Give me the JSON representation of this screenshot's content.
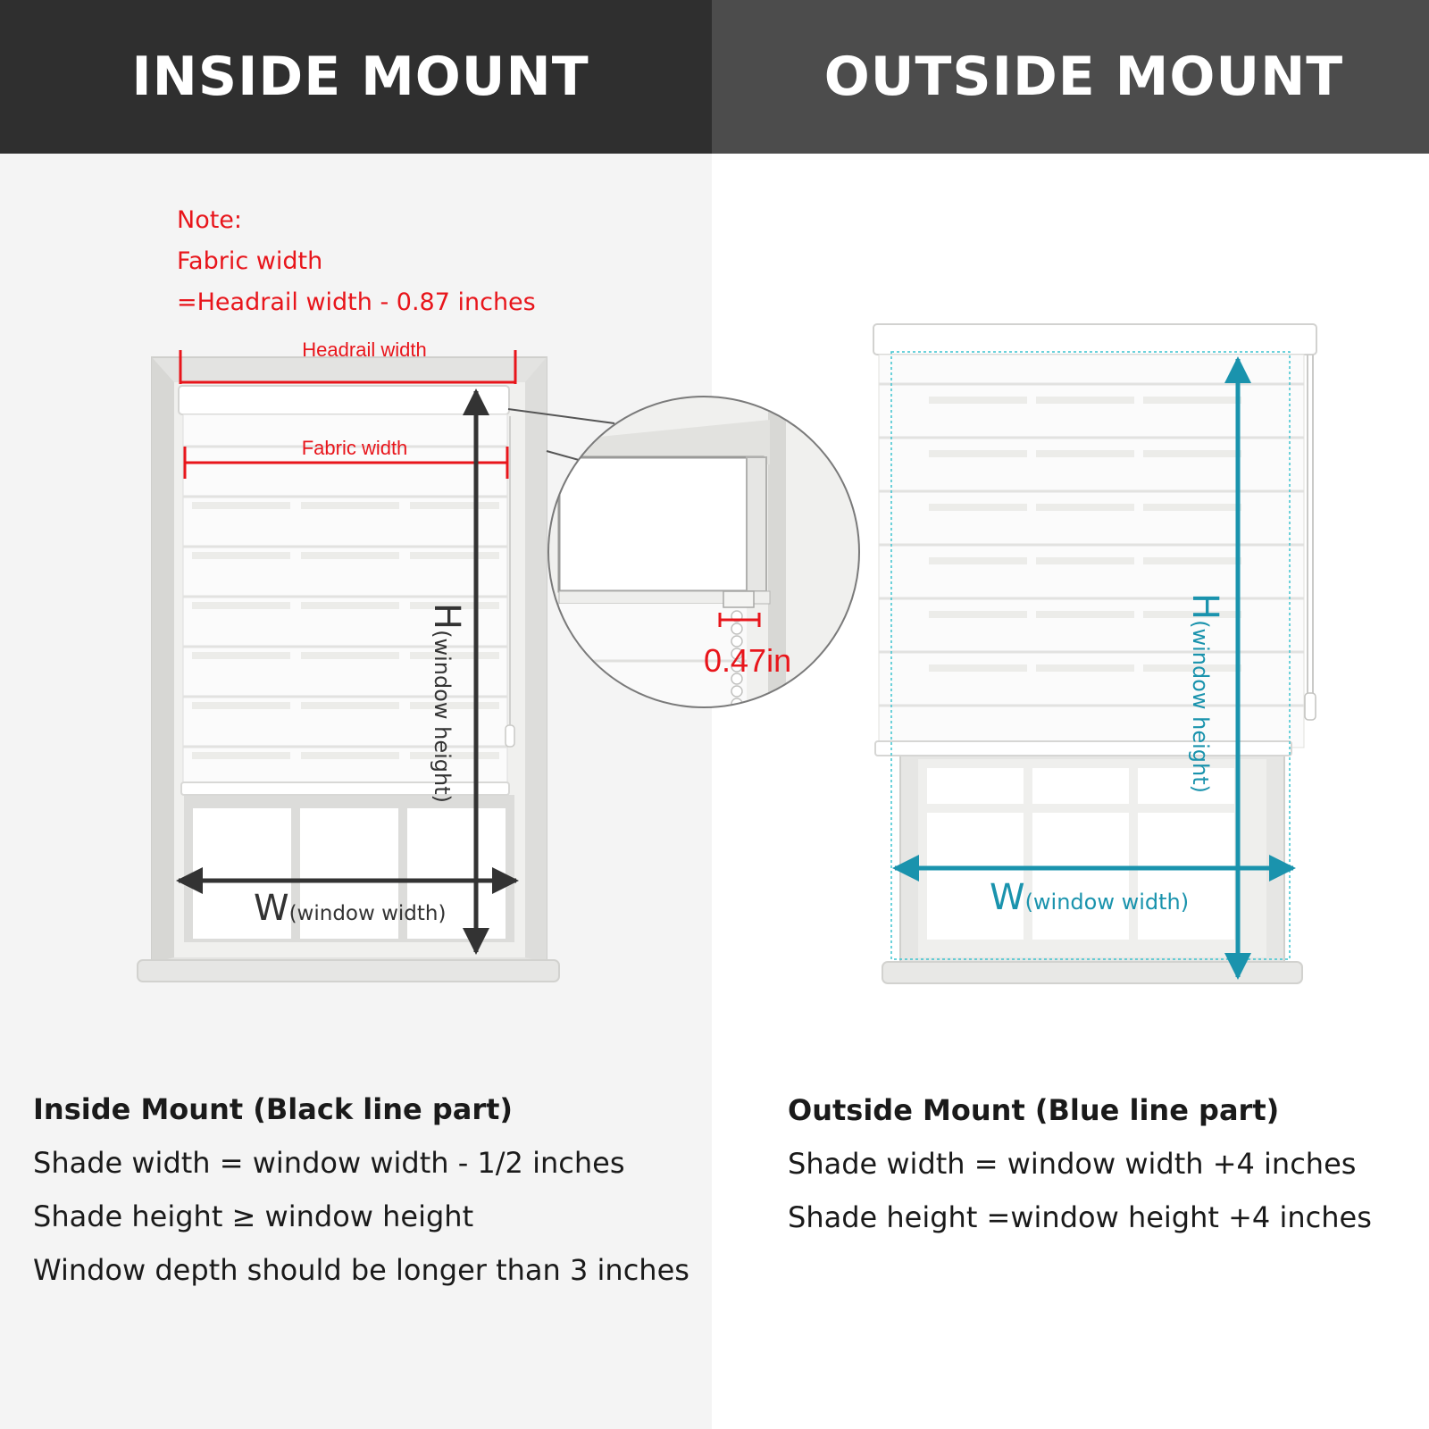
{
  "inside": {
    "header": "INSIDE MOUNT",
    "note": [
      "Note:",
      "Fabric width",
      "=Headrail width - 0.87 inches"
    ],
    "headrail_label": "Headrail width",
    "fabric_label": "Fabric width",
    "height_letter": "H",
    "height_text": "(window height)",
    "width_letter": "W",
    "width_text": "(window width)",
    "zoom_label": "0.47in",
    "desc_title": "Inside Mount (Black line part)",
    "desc_lines": [
      "Shade width = window width - 1/2 inches",
      "Shade height ≥ window height",
      "Window depth should be longer than 3 inches"
    ]
  },
  "outside": {
    "header": "OUTSIDE MOUNT",
    "height_letter": "H",
    "height_text": "(window height)",
    "width_letter": "W",
    "width_text": "(window width)",
    "desc_title": "Outside Mount (Blue line part)",
    "desc_lines": [
      "Shade width = window width +4 inches",
      "Shade height =window height +4 inches"
    ]
  },
  "colors": {
    "note_red": "#e8151b",
    "inside_arrow": "#333333",
    "outside_arrow": "#1a93ad",
    "left_header_bg": "#2f2f2f",
    "right_header_bg": "#4c4c4c"
  }
}
